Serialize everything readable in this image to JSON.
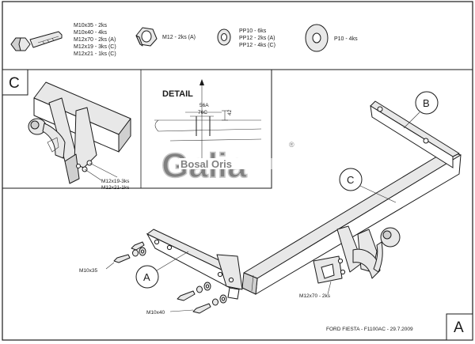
{
  "parts_legend": {
    "bolts": [
      "M10x35 - 2ks",
      "M10x40 - 4ks",
      "M12x70 - 2ks (A)",
      "M12x19 - 3ks (C)",
      "M12x21 - 1ks (C)"
    ],
    "nut": "M12 - 2ks (A)",
    "washers_small": [
      "PP10 - 6ks",
      "PP12 - 2ks (A)",
      "PP12 - 4ks (C)"
    ],
    "washer_large": "P10 - 4ks"
  },
  "detail": {
    "title": "DETAIL",
    "dim_a": "56A",
    "dim_c": "76C",
    "dim_v": "42"
  },
  "watermark": {
    "brand": "Galia",
    "sub": "Bosal Oris",
    "reg": "®"
  },
  "inset": {
    "section": "C",
    "bolt_labels": [
      "M12x19-3ks",
      "M12x21-1ks"
    ]
  },
  "callouts": {
    "a": "A",
    "b": "B",
    "c": "C"
  },
  "labels": {
    "m10x35": "M10x35",
    "m10x40": "M10x40",
    "m12x70": "M12x70 - 2ks"
  },
  "title_block": {
    "model": "FORD FIESTA - F1100AC - 29.7.2009",
    "sheet": "A"
  }
}
